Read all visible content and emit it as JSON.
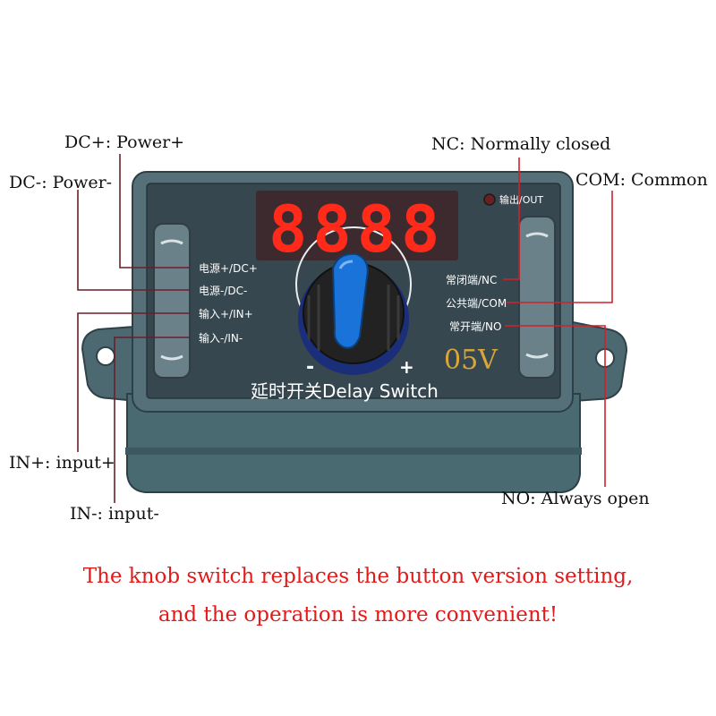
{
  "callouts": {
    "dc_plus": "DC+: Power+",
    "dc_minus": "DC-: Power-",
    "in_plus": "IN+: input+",
    "in_minus": "IN-: input-",
    "nc": "NC: Normally closed",
    "com": "COM: Common",
    "no": "NO: Always open"
  },
  "device": {
    "display_digits": "8888",
    "output_led_label": "输出/OUT",
    "terminals_left": [
      "电源+/DC+",
      "电源-/DC-",
      "输入+/IN+",
      "输入-/IN-"
    ],
    "terminals_right": [
      "常闭端/NC",
      "公共端/COM",
      "常开端/NO"
    ],
    "knob_minus": "-",
    "knob_plus": "+",
    "voltage": "05V",
    "name": "延时开关Delay Switch"
  },
  "caption": {
    "line1": "The knob switch replaces the button version setting,",
    "line2": "and the operation is more convenient!"
  },
  "colors": {
    "caption": "#e21a1a",
    "housing": "#4f6b73",
    "faceplate": "#37474f",
    "display": "#ff2a1a",
    "voltage": "#d8a63a",
    "leader_left": "#6b1f2a",
    "leader_right": "#d4202a",
    "knob_cap": "#1a73d8"
  }
}
